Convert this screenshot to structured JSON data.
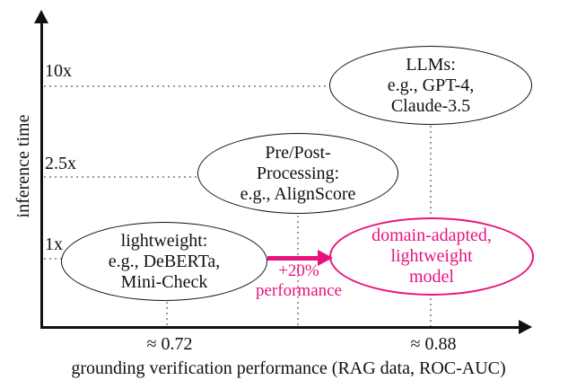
{
  "colors": {
    "accent_magenta": "#e8127f",
    "axis_black": "#111111",
    "guide_gray": "#9a9a9a",
    "background": "#ffffff"
  },
  "axes": {
    "y_label": "inference time",
    "x_label": "grounding verification performance (RAG data, ROC-AUC)",
    "y_ticks": [
      {
        "label": "10x"
      },
      {
        "label": "2.5x"
      },
      {
        "label": "1x"
      }
    ],
    "x_ticks": [
      {
        "label": "≈ 0.72"
      },
      {
        "label": "≈ 0.88"
      }
    ]
  },
  "nodes": [
    {
      "id": "llms",
      "lines": [
        "LLMs:",
        "e.g., GPT-4,",
        "Claude-3.5"
      ],
      "color": "black"
    },
    {
      "id": "pre-post-processing",
      "lines": [
        "Pre/Post-",
        "Processing:",
        "e.g., AlignScore"
      ],
      "color": "black"
    },
    {
      "id": "lightweight",
      "lines": [
        "lightweight:",
        "e.g., DeBERTa,",
        "Mini-Check"
      ],
      "color": "black"
    },
    {
      "id": "domain-adapted",
      "lines": [
        "domain-adapted,",
        "lightweight",
        "model"
      ],
      "color": "#e8127f"
    }
  ],
  "annotation": {
    "line1": "+20%",
    "line2": "performance"
  },
  "chart_data": {
    "type": "scatter",
    "title": "",
    "xlabel": "grounding verification performance (RAG data, ROC-AUC)",
    "ylabel": "inference time",
    "x_tick_labels": [
      "≈ 0.72",
      "≈ 0.88"
    ],
    "y_tick_labels": [
      "1x",
      "2.5x",
      "10x"
    ],
    "grid": "dotted guide lines from each point to both axes",
    "legend": false,
    "points": [
      {
        "label": "LLMs: e.g., GPT-4, Claude-3.5",
        "x": 0.88,
        "y": "10x",
        "highlight": false
      },
      {
        "label": "Pre/Post-Processing: e.g., AlignScore",
        "x": 0.8,
        "y": "2.5x",
        "highlight": false
      },
      {
        "label": "lightweight: e.g., DeBERTa, Mini-Check",
        "x": 0.72,
        "y": "1x",
        "highlight": false
      },
      {
        "label": "domain-adapted, lightweight model",
        "x": 0.88,
        "y": "1x",
        "highlight": true
      }
    ],
    "annotations": [
      {
        "text": "+20% performance",
        "from": "lightweight: e.g., DeBERTa, Mini-Check",
        "to": "domain-adapted, lightweight model",
        "color": "#e8127f"
      }
    ]
  }
}
